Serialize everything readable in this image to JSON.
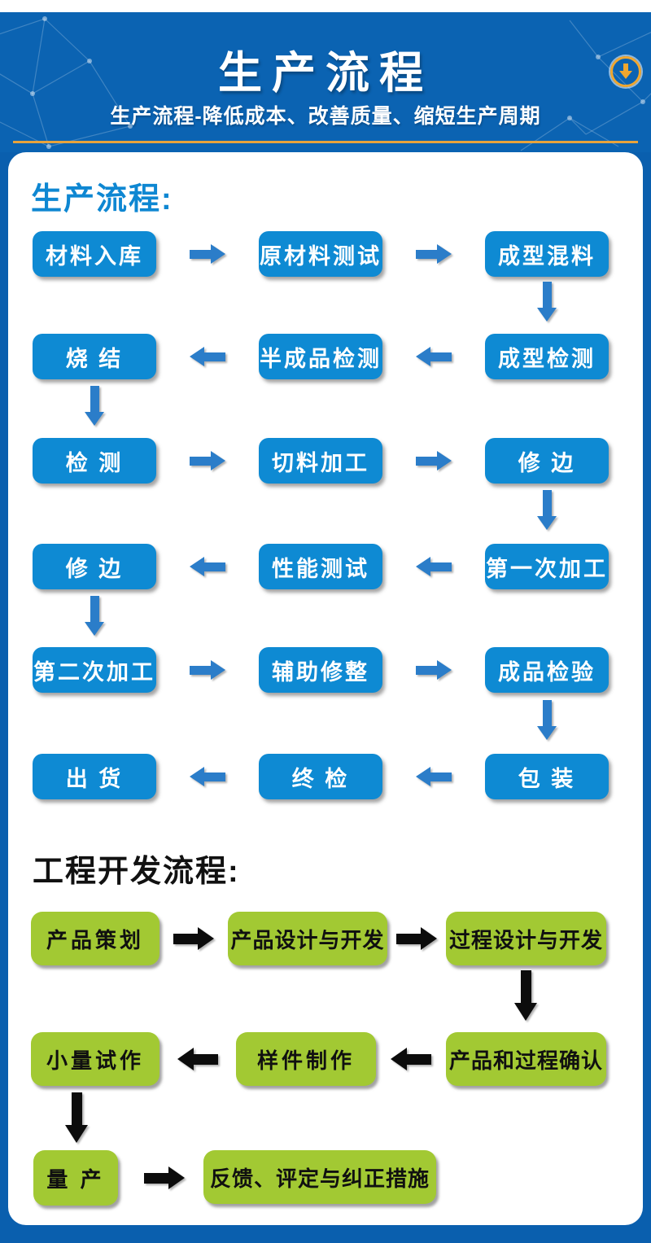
{
  "header": {
    "title": "生产流程",
    "subtitle": "生产流程-降低成本、改善质量、缩短生产周期",
    "download_icon": "down-arrow-in-circle"
  },
  "production_flow": {
    "heading": "生产流程:",
    "steps": [
      "材料入库",
      "原材料测试",
      "成型混料",
      "成型检测",
      "半成品检测",
      "烧 结",
      "检 测",
      "切料加工",
      "修 边",
      "第一次加工",
      "性能测试",
      "修 边",
      "第二次加工",
      "辅助修整",
      "成品检验",
      "包 装",
      "终 检",
      "出 货"
    ]
  },
  "engineering_flow": {
    "heading": "工程开发流程:",
    "steps": [
      "产品策划",
      "产品设计与开发",
      "过程设计与开发",
      "产品和过程确认",
      "样件制作",
      "小量试作",
      "量 产",
      "反馈、评定与纠正措施"
    ]
  },
  "colors": {
    "page_background": "#0a5fae",
    "header_background": "#0b63b2",
    "accent_orange": "#e8a33c",
    "blue_box": "#0e8ad3",
    "blue_arrow": "#2b7dc9",
    "green_box": "#a2c933",
    "blue_heading": "#0e87d2",
    "black_text": "#111111"
  }
}
